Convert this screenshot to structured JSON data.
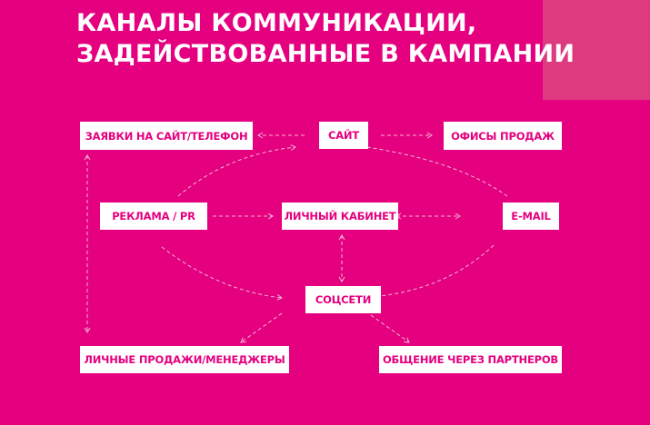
{
  "title": {
    "line1": "КАНАЛЫ КОММУНИКАЦИИ,",
    "line2": "ЗАДЕЙСТВОВАННЫЕ В КАМПАНИИ"
  },
  "nodes": {
    "requests": "ЗАЯВКИ НА САЙТ/ТЕЛЕФОН",
    "site": "САЙТ",
    "offices": "ОФИСЫ ПРОДАЖ",
    "ads": "РЕКЛАМА / PR",
    "account": "ЛИЧНЫЙ КАБИНЕТ",
    "email": "E-MAIL",
    "social": "СОЦСЕТИ",
    "personal_sales": "ЛИЧНЫЕ ПРОДАЖИ/МЕНЕДЖЕРЫ",
    "partners": "ОБЩЕНИЕ ЧЕРЕЗ ПАРТНЕРОВ"
  },
  "colors": {
    "background": "#e4007f",
    "accent_square": "#dd3a7f",
    "box": "#ffffff"
  }
}
